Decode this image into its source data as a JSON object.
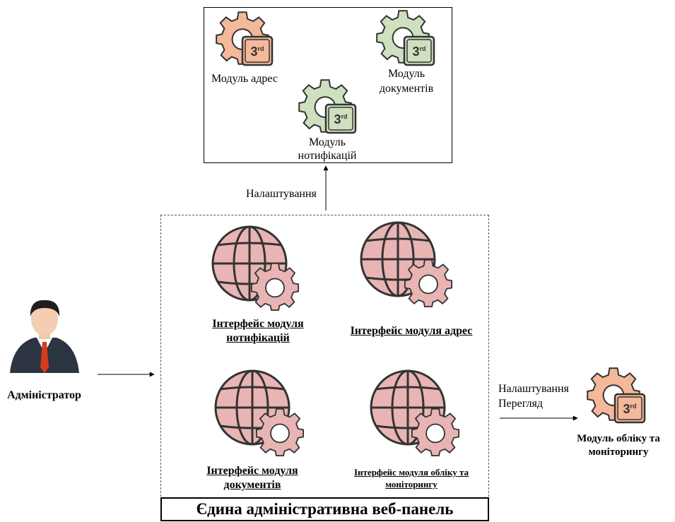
{
  "modules_box": {
    "modules": [
      {
        "label": "Модуль адрес",
        "color": "#f4b89a"
      },
      {
        "label_line1": "Модуль",
        "label_line2": "документів",
        "color": "#cfe0bf"
      },
      {
        "label_line1": "Модуль",
        "label_line2": "нотифікацій",
        "color": "#cfe0bf"
      }
    ]
  },
  "panel": {
    "title": "Єдина адміністративна веб-панель",
    "interfaces": [
      {
        "line1": "Інтерфейс модуля",
        "line2": "нотифікацій"
      },
      {
        "line1": "Інтерфейс модуля адрес"
      },
      {
        "line1": "Інтерфейс модуля",
        "line2": "документів"
      },
      {
        "line1": "Інтерфейс модуля обліку та",
        "line2": "моніторингу"
      }
    ],
    "globe_color": "#e8b4b4"
  },
  "admin": {
    "label": "Адміністратор"
  },
  "monitoring_module": {
    "line1": "Модуль обліку та",
    "line2": "моніторингу",
    "color": "#f4b89a"
  },
  "edges": {
    "settings_up": "Налаштування",
    "settings_right": "Налаштування",
    "view_right": "Перегляд"
  },
  "badge_text": "3rd"
}
